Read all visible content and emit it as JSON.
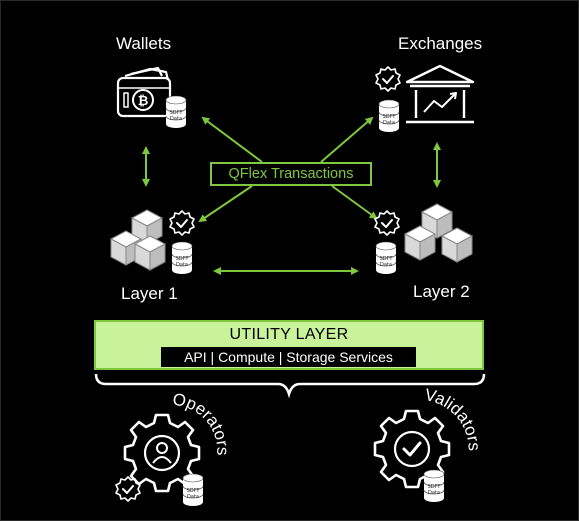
{
  "nodes": {
    "wallets": "Wallets",
    "exchanges": "Exchanges",
    "layer1": "Layer 1",
    "layer2": "Layer 2",
    "operators": "Operators",
    "validators": "Validators"
  },
  "center_label": "QFlex Transactions",
  "utility": {
    "title": "UTILITY LAYER",
    "services": "API | Compute | Storage Services"
  },
  "database_label": [
    "SDFT",
    "Data"
  ],
  "colors": {
    "accent_green": "#7ec73e",
    "utility_fill": "#c9f39b",
    "background": "#000000",
    "icon": "#ffffff"
  },
  "icons": [
    "wallet-icon",
    "bank-icon",
    "cubes-icon",
    "gear-person-icon",
    "gear-check-icon",
    "badge-check-icon",
    "database-icon"
  ]
}
